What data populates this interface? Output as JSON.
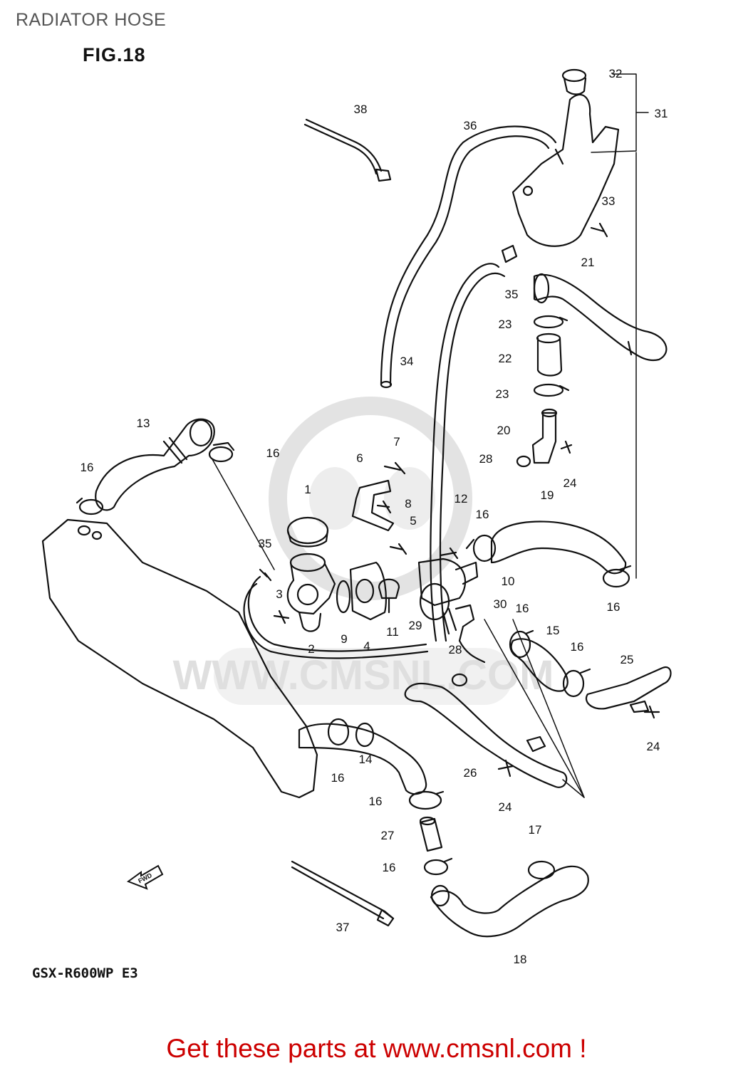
{
  "header": {
    "title": "RADIATOR HOSE",
    "figure": "FIG.18"
  },
  "footer": {
    "model_code": "GSX-R600WP E3",
    "cta": "Get these parts at www.cmsnl.com !"
  },
  "watermark": {
    "text": "WWW.CMSNL.COM"
  },
  "fwd_badge": {
    "text": "FWD"
  },
  "callouts": [
    "1",
    "2",
    "3",
    "4",
    "5",
    "6",
    "7",
    "8",
    "9",
    "10",
    "11",
    "12",
    "13",
    "14",
    "15",
    "16",
    "16",
    "16",
    "16",
    "16",
    "16",
    "16",
    "16",
    "16",
    "17",
    "18",
    "19",
    "20",
    "21",
    "22",
    "23",
    "23",
    "24",
    "24",
    "24",
    "25",
    "26",
    "27",
    "28",
    "28",
    "29",
    "30",
    "31",
    "32",
    "33",
    "34",
    "35",
    "35",
    "36",
    "37",
    "38"
  ]
}
